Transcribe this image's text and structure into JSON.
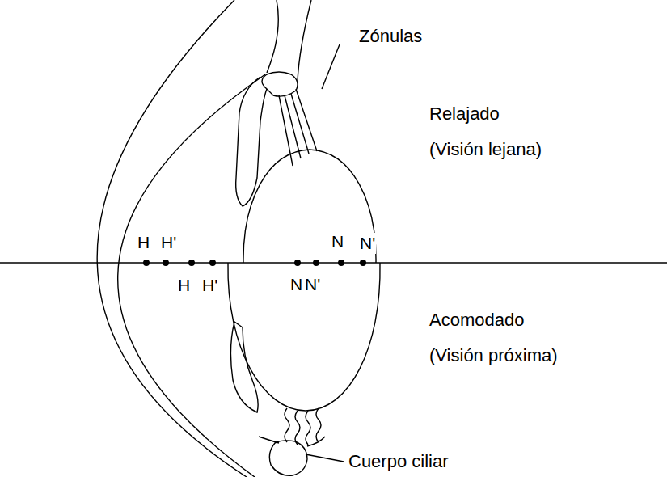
{
  "diagram": {
    "labels": [
      "Zónulas",
      "Relajado",
      "(Visión lejana)",
      "H",
      "H'",
      "N",
      "N'",
      "H",
      "H'",
      "N",
      "N'",
      "Acomodado",
      "(Visión próxima)",
      "Cuerpo ciliar"
    ]
  }
}
